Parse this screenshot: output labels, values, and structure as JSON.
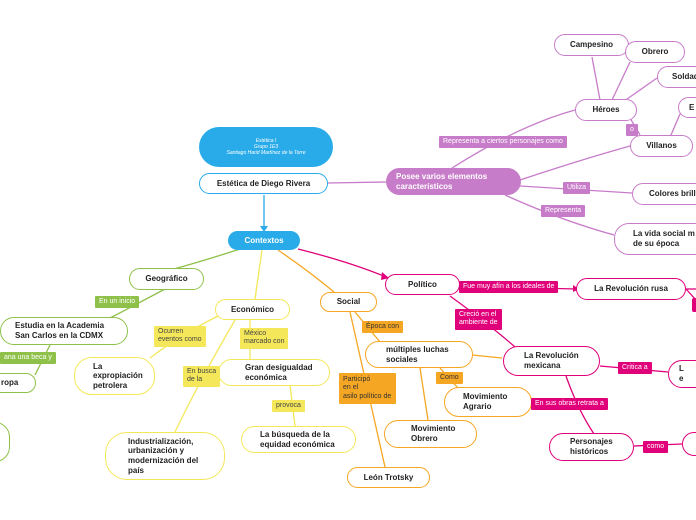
{
  "colors": {
    "blue": "#2aabe9",
    "magenta": "#e0007a",
    "purple": "#c77cc9",
    "green": "#8fc14a",
    "yellow": "#f4e85a",
    "orange": "#f5a623"
  },
  "header": {
    "line1": "Estética I",
    "line2": "Grupo 1E3",
    "line3": "Santiago Harid  Martínez de la Torre"
  },
  "nodes": {
    "main_topic": "Estética de Diego Rivera",
    "contextos": "Contextos",
    "posee": "Posee varios elementos\ncaracterísticos",
    "campesino": "Campesino",
    "obrero": "Obrero",
    "soldado": "Soldad",
    "heroes": "Héroes",
    "villanos": "Villanos",
    "villanos_top": "E",
    "colores": "Colores brill",
    "vida_social": "La vida social m\nde su época",
    "geografico": "Geográfico",
    "economico": "Económico",
    "social": "Social",
    "politico": "Político",
    "estudia": "Estudia en la Academia\nSan Carlos en la CDMX",
    "europa": "ropa",
    "expropiacion": "La\nexpropiación\npetrolera",
    "desigualdad": "Gran desigualdad\neconómica",
    "busqueda": "La búsqueda de la\nequidad económica",
    "industrializacion": "Industrialización,\nurbanización y\nmodernización del\npaís",
    "luchas": "múltiples luchas\nsociales",
    "agrario": "Movimiento\nAgrario",
    "mov_obrero": "Movimiento\nObrero",
    "trotsky": "León Trotsky",
    "rev_rusa": "La Revolución rusa",
    "rev_mex": "La Revolución\nmexicana",
    "critica_node": "L\ne",
    "personajes": "Personajes\nhistóricos"
  },
  "labels": {
    "representa_personajes": "Representa a ciertos personajes como",
    "o": "o",
    "utiliza": "Utiliza",
    "representa": "Representa",
    "en_un_inicio": "En un inicio",
    "gana_beca": "ana una beca y",
    "ocurren": "Ocurren\neventos como",
    "mexico_marcado": "México\nmarcado con",
    "en_busca": "En busca\nde la",
    "provoca": "provoca",
    "epoca_con": "Época con",
    "como": "Como",
    "participo": "Participó\nen el\nasilo político de",
    "fue_afin": "Fue muy afín a los ideales de",
    "crecio": "Creció en el\nambiente de",
    "critica": "Critica a",
    "en_sus_obras": "En sus obras retrata a",
    "como2": "como"
  }
}
